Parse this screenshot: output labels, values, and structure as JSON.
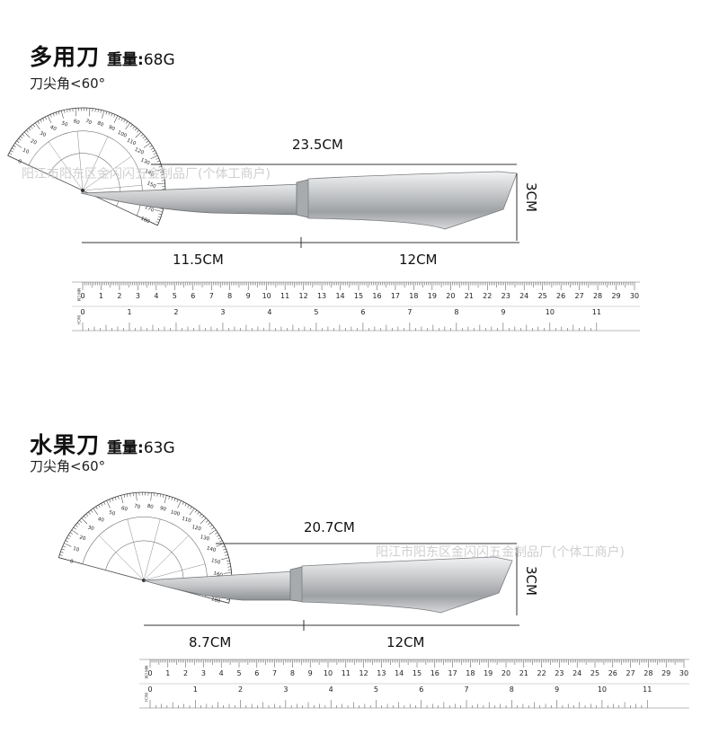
{
  "colors": {
    "blade": "#c4c6c8",
    "handle": "#b9bcbf",
    "line": "#333333",
    "watermark": "#cfcfcf"
  },
  "knives": [
    {
      "name": "多用刀",
      "weight_label": "重量:",
      "weight_value": "68G",
      "tip_angle": "刀尖角<60°",
      "overall_length": "23.5CM",
      "handle_height": "3CM",
      "blade_length": "11.5CM",
      "handle_length": "12CM",
      "watermark": "阳江市阳东区金闪闪五金制品厂(个体工商户)"
    },
    {
      "name": "水果刀",
      "weight_label": "重量:",
      "weight_value": "63G",
      "tip_angle": "刀尖角<60°",
      "overall_length": "20.7CM",
      "handle_height": "3CM",
      "blade_length": "8.7CM",
      "handle_length": "12CM",
      "watermark": "阳江市阳东区金闪闪五金制品厂(个体工商户)"
    }
  ],
  "ruler": {
    "cm_unit": "MM CM",
    "inch_unit": "INCH",
    "cm_numbers": [
      "0",
      "1",
      "2",
      "3",
      "4",
      "5",
      "6",
      "7",
      "8",
      "9",
      "10",
      "11",
      "12",
      "13",
      "14",
      "15",
      "16",
      "17",
      "18",
      "19",
      "20",
      "21",
      "22",
      "23",
      "24",
      "25",
      "26",
      "27",
      "28",
      "29",
      "30"
    ],
    "inch_numbers": [
      "0",
      "1",
      "2",
      "3",
      "4",
      "5",
      "6",
      "7",
      "8",
      "9",
      "10",
      "11"
    ]
  },
  "protractor": {
    "outer_numbers": [
      "0",
      "10",
      "20",
      "30",
      "40",
      "50",
      "60",
      "70",
      "80",
      "90",
      "100",
      "110",
      "120",
      "130",
      "140",
      "150",
      "160",
      "170",
      "180"
    ]
  }
}
